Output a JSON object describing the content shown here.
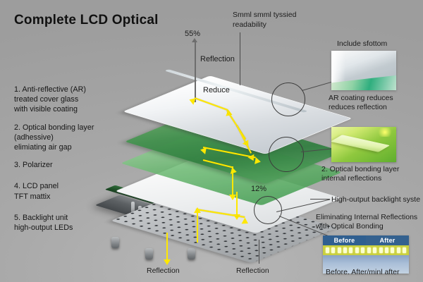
{
  "title": "Complete LCD Optical",
  "list": {
    "items": [
      "1. Anti-reflective (AR)\n    treated cover glass\n    with visible coating",
      "2. Optical bonding layer\n    (adhessive)\n    elimiating air gap",
      "3. Polarizer",
      "4. LCD panel\n     TFT mattix",
      "5. Backlight unit\n    high-output LEDs"
    ]
  },
  "annotations": {
    "top_note": "Smml smml tyssied\nreadability",
    "percent_top": "55%",
    "percent_mid": "12%",
    "reflection_top": "Reflection",
    "reduce": "Reduce",
    "reflection_bottom_left": "Reflection",
    "reflection_bottom_right": "Reflection"
  },
  "callouts": {
    "include_label": "Include sfottom",
    "ar_caption": "AR coating reduces\nreduces reflection",
    "bond_caption": "2. Optical bonding layer\ninternal reflections",
    "backlight_label": "High-output backlight syste",
    "eliminating_title": "Eliminating Internal Reflections\nwith Optical Bonding",
    "ba_before": "Before",
    "ba_after": "After",
    "ba_caption": "Before. After/minl after"
  },
  "colors": {
    "background": "#a8a8a8",
    "ray_yellow": "#ffe800",
    "bond_green": "#3e8f4a",
    "leader_gray": "#4a4a4a",
    "header_blue": "#2f5f90",
    "led_yellow": "#c9cf3c"
  }
}
